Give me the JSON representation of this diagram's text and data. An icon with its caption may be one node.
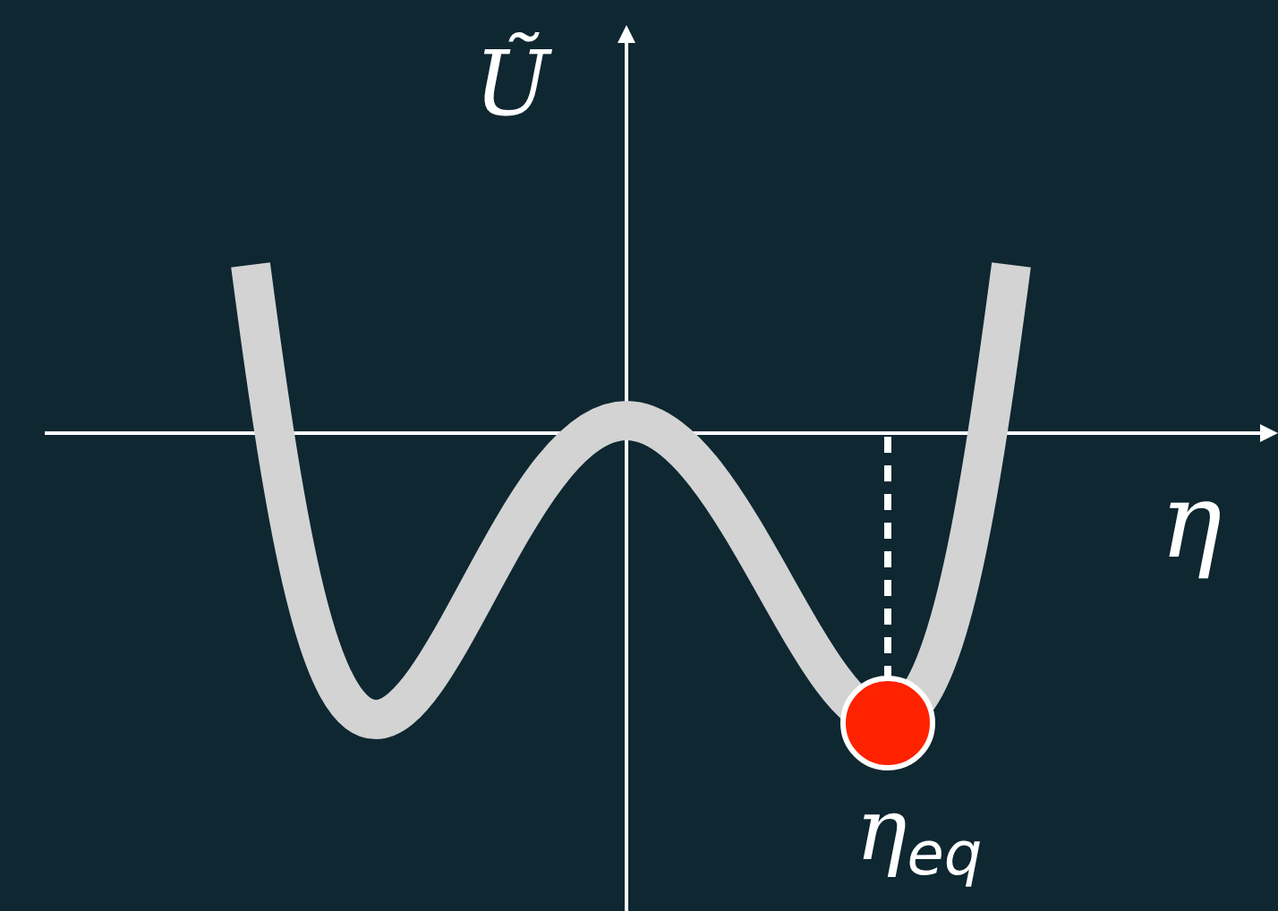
{
  "diagram": {
    "labels": [
      "Ũ",
      "η",
      "η$_{eq}$"
    ]
  }
}
